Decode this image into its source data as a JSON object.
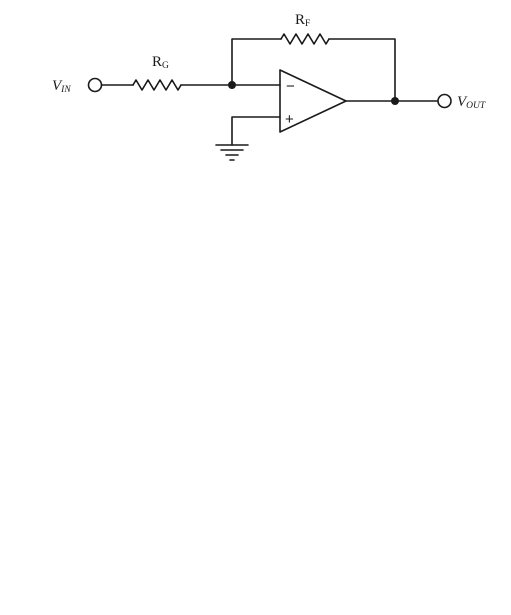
{
  "diagram": {
    "input": {
      "letter": "V",
      "subscript": "IN"
    },
    "output": {
      "letter": "V",
      "subscript": "OUT"
    },
    "rg": {
      "letter": "R",
      "subscript": "G"
    },
    "rf": {
      "letter": "R",
      "subscript": "F"
    },
    "opamp": {
      "inverting_sign": "−",
      "noninverting_sign": "+"
    }
  }
}
